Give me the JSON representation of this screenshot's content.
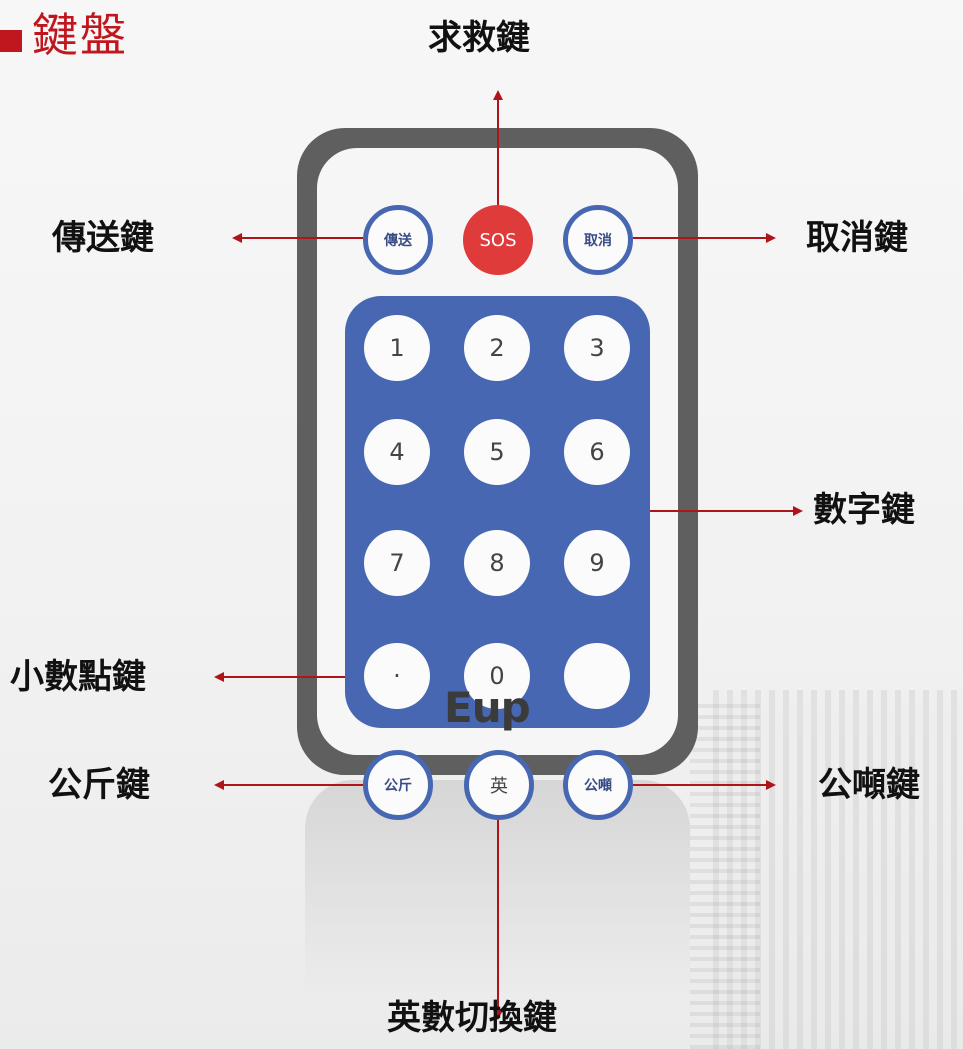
{
  "title": "鍵盤",
  "labels": {
    "sos": "求救鍵",
    "send": "傳送鍵",
    "cancel": "取消鍵",
    "numeric": "數字鍵",
    "decimal": "小數點鍵",
    "kg": "公斤鍵",
    "ton": "公噸鍵",
    "switch": "英數切換鍵"
  },
  "remote": {
    "top_buttons": {
      "send": "傳送",
      "sos": "SOS",
      "cancel": "取消"
    },
    "keys": [
      "1",
      "2",
      "3",
      "4",
      "5",
      "6",
      "7",
      "8",
      "9",
      "·",
      "0",
      ""
    ],
    "bottom_buttons": {
      "kg": "公斤",
      "eng": "英",
      "ton": "公噸"
    },
    "logo": "Eup"
  },
  "colors": {
    "accent": "#c0161d",
    "keypad": "#4767b2",
    "sos": "#df3b3b",
    "frame": "#5f5f5f"
  }
}
